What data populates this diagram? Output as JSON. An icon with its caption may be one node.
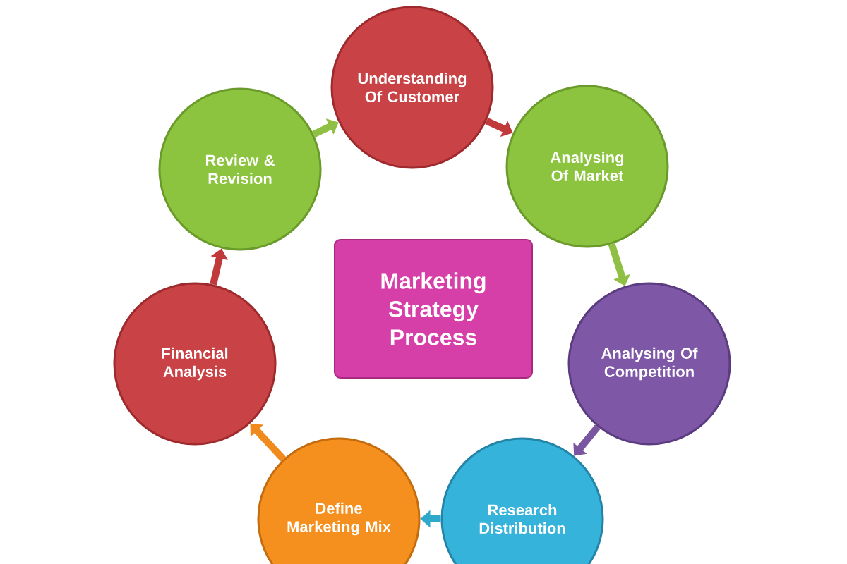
{
  "diagram": {
    "nodes": [
      {
        "text": [
          "Marketing Strategy Process"
        ]
      },
      {
        "text": [
          "Understanding Of Customer"
        ]
      },
      {
        "text": [
          "Analysing Of Market"
        ]
      },
      {
        "text": [
          "Analysing Of Competition"
        ]
      },
      {
        "text": [
          "Research Distribution"
        ]
      },
      {
        "text": [
          "Define Marketing Mix"
        ]
      },
      {
        "text": [
          "Financial Analysis"
        ]
      },
      {
        "text": [
          "Review & Revision"
        ]
      }
    ],
    "edges": [
      {
        "from": 1,
        "to": 2,
        "arrow": "to",
        "color": "#c0393b"
      },
      {
        "from": 2,
        "to": 3,
        "arrow": "to",
        "color": "#8fbf45"
      },
      {
        "from": 3,
        "to": 4,
        "arrow": "to",
        "color": "#7a55a0"
      },
      {
        "from": 4,
        "to": 5,
        "arrow": "to",
        "color": "#2ea9cc"
      },
      {
        "from": 5,
        "to": 6,
        "arrow": "to",
        "color": "#f08a1c"
      },
      {
        "from": 6,
        "to": 7,
        "arrow": "to",
        "color": "#c0393b"
      },
      {
        "from": 7,
        "to": 1,
        "arrow": "to",
        "color": "#8fbf45"
      }
    ]
  }
}
